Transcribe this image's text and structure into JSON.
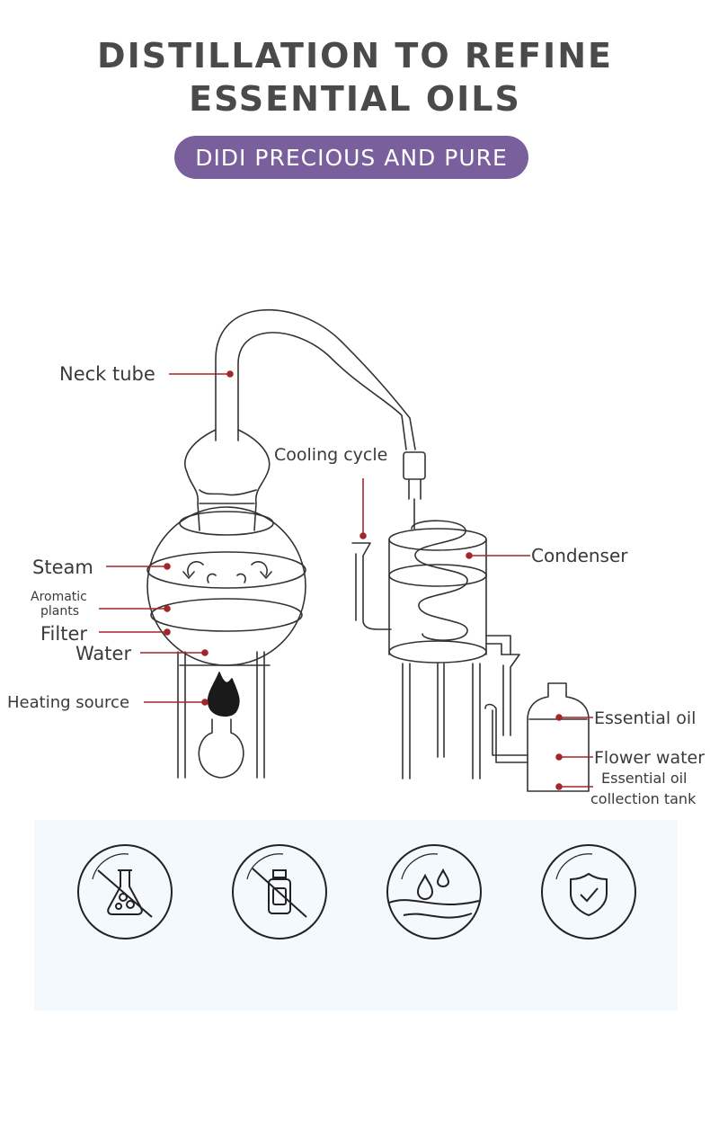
{
  "header": {
    "title_line1": "DISTILLATION TO REFINE",
    "title_line2": "ESSENTIAL OILS",
    "subtitle": "DIDI PRECIOUS AND PURE"
  },
  "labels": {
    "neck_tube": "Neck tube",
    "cooling_cycle": "Cooling cycle",
    "condenser": "Condenser",
    "steam": "Steam",
    "aromatic_line1": "Aromatic",
    "aromatic_line2": "plants",
    "filter": "Filter",
    "water": "Water",
    "heating_source": "Heating source",
    "essential_oil": "Essential oil",
    "flower_water": "Flower water",
    "tank_line1": "Essential oil",
    "tank_line2": "collection tank"
  },
  "features": [
    {
      "icon": "no-chemicals-icon"
    },
    {
      "icon": "no-perfume-icon"
    },
    {
      "icon": "water-drops-icon"
    },
    {
      "icon": "shield-check-icon"
    }
  ],
  "colors": {
    "title": "#4a4a4a",
    "pill": "#7a5f9d",
    "leader": "#a3262a",
    "panel": "#f3f9fd",
    "line": "#333333"
  }
}
